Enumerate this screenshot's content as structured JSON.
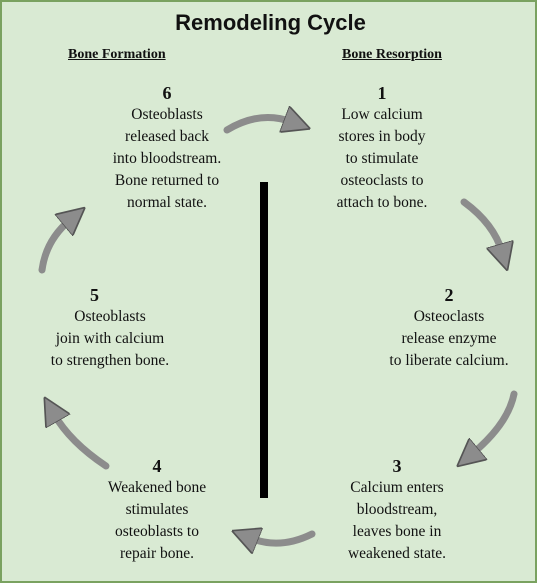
{
  "title": "Remodeling Cycle",
  "sections": {
    "formation": "Bone Formation",
    "resorption": "Bone Resorption"
  },
  "steps": [
    {
      "number": "1",
      "lines": [
        "Low calcium",
        "stores in body",
        "to stimulate",
        "osteoclasts to",
        "attach to bone."
      ]
    },
    {
      "number": "2",
      "lines": [
        "Osteoclasts",
        "release enzyme",
        "to liberate calcium."
      ]
    },
    {
      "number": "3",
      "lines": [
        "Calcium enters",
        "bloodstream,",
        "leaves bone in",
        "weakened state."
      ]
    },
    {
      "number": "4",
      "lines": [
        "Weakened bone",
        "stimulates",
        "osteoblasts to",
        "repair bone."
      ]
    },
    {
      "number": "5",
      "lines": [
        "Osteoblasts",
        "join with calcium",
        "to strengthen bone."
      ]
    },
    {
      "number": "6",
      "lines": [
        "Osteoblasts",
        "released back",
        "into bloodstream.",
        "Bone returned to",
        "normal state."
      ]
    }
  ],
  "colors": {
    "background": "#d9ead3",
    "border": "#7aa260",
    "arrow_fill": "#8c8c8c",
    "arrow_stroke": "#555555"
  }
}
